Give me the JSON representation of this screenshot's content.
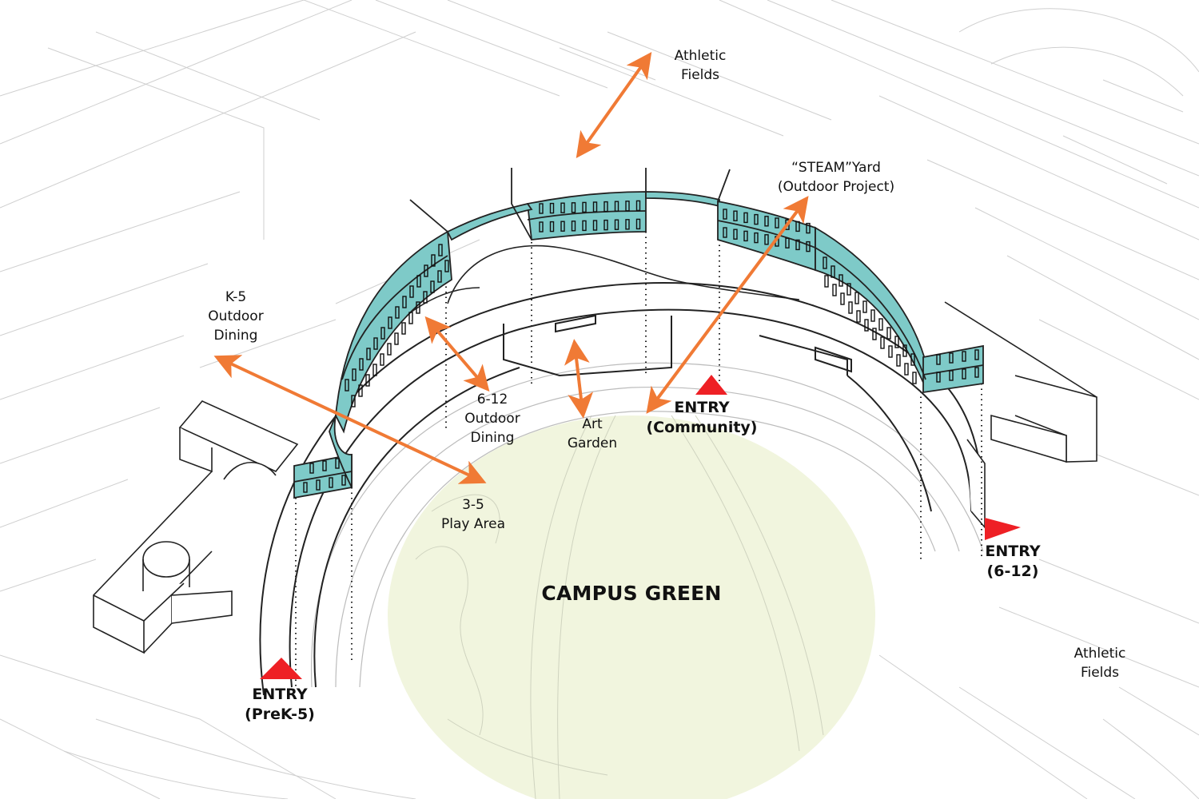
{
  "diagram": {
    "type": "axonometric campus site plan",
    "colors": {
      "arrow": "#f07a35",
      "entry_marker": "#ee2025",
      "bridge_panel": "#7ecac8",
      "campus_green": "#f1f5de",
      "linework": "#222222",
      "context_linework": "#c8c8c8"
    },
    "center_label": "CAMPUS GREEN",
    "outdoor_spaces": [
      {
        "id": "athletic-fields-north",
        "lines": [
          "Athletic",
          "Fields"
        ]
      },
      {
        "id": "steam-yard",
        "lines": [
          "“STEAM”Yard",
          "(Outdoor Project)"
        ]
      },
      {
        "id": "k5-outdoor-dining",
        "lines": [
          "K-5",
          "Outdoor",
          "Dining"
        ]
      },
      {
        "id": "6-12-outdoor-dining",
        "lines": [
          "6-12",
          "Outdoor",
          "Dining"
        ]
      },
      {
        "id": "art-garden",
        "lines": [
          "Art",
          "Garden"
        ]
      },
      {
        "id": "3-5-play-area",
        "lines": [
          "3-5",
          "Play Area"
        ]
      },
      {
        "id": "athletic-fields-east",
        "lines": [
          "Athletic",
          "Fields"
        ]
      }
    ],
    "entries": [
      {
        "id": "entry-community",
        "lines": [
          "ENTRY",
          "(Community)"
        ],
        "marker": "triangle-up"
      },
      {
        "id": "entry-6-12",
        "lines": [
          "ENTRY",
          "(6-12)"
        ],
        "marker": "triangle-right"
      },
      {
        "id": "entry-prek-5",
        "lines": [
          "ENTRY",
          "(PreK-5)"
        ],
        "marker": "triangle-up"
      }
    ],
    "connections": [
      {
        "from": "athletic-fields-north",
        "to": "building",
        "type": "two-way"
      },
      {
        "from": "steam-yard",
        "to": "campus-green",
        "type": "two-way"
      },
      {
        "from": "k5-outdoor-dining",
        "to": "3-5-play-area",
        "type": "two-way"
      },
      {
        "from": "6-12-outdoor-dining",
        "to": "courtyard",
        "type": "two-way"
      },
      {
        "from": "art-garden",
        "to": "courtyard",
        "type": "two-way"
      }
    ]
  }
}
